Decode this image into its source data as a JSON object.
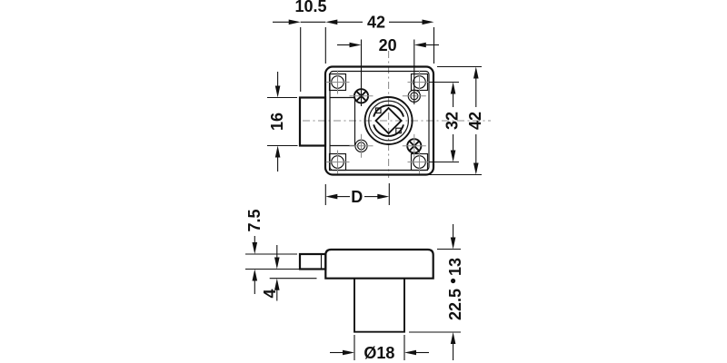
{
  "front_view": {
    "dims": {
      "bolt_offset": "10.5",
      "body_width": "42",
      "screw_spacing": "20",
      "bolt_height": "16",
      "hole_spacing": "32",
      "body_height": "42",
      "backset": "D"
    }
  },
  "side_view": {
    "dims": {
      "bolt_throw": "7.5",
      "bolt_step": "4",
      "housing_depth": "13",
      "total_depth": "22.5",
      "cylinder_diameter": "Ø18"
    }
  }
}
